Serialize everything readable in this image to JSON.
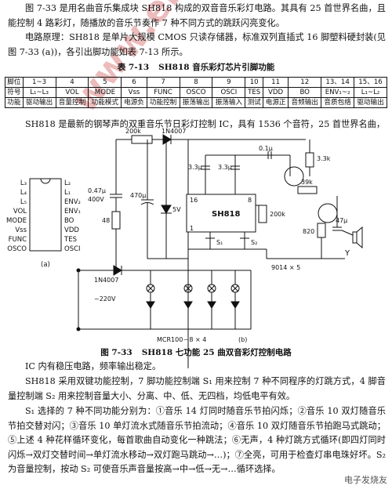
{
  "paragraphs": {
    "intro": "图 7-33 是用名曲音乐集成块 SH818 构成的双音音乐彩灯电路。其具有 25 首世界名曲，且能控制 4 路彩灯，随播放的音乐节奏作 7 种不同方式的跳跃闪亮变化。",
    "principle": "电路原理：SH818 是单片大规模 CMOS 只读存储器，标准双列直插式 16 脚塑料硬封装(见图 7-33 (a))，各引出脚功能如表 7-13 所示。",
    "chip_desc": "SH818 是最新的钢琴声的双重音乐节日彩灯控制 IC，具有 1536 个音符，25 首世界名曲，",
    "chip_desc2": "IC 内有稳压电路，频率输出稳定。",
    "modes": "SH818 采用双键功能控制，7 脚功能控制端 S₁ 用来控制 7 种不同程序的灯跳方式，4 脚音量控制端 S₂ 用来控制音量大小、分离、中、低、无四档，均低电平有效。",
    "mode_list": "S₁ 选择的 7 种不同功能分别为：①音乐 14 灯同时随音乐节拍闪烁；②音乐 10 双灯随音乐节拍交替对闪；③音乐 10 单灯流水式随音乐节拍流动；④音乐 10 双灯随音乐节拍跑马式跳动；⑤上述 4 种花样循环变化，每首歌曲自动变化一种跳法；⑥无声，4 种灯跳方式循环(即四灯同时闪烁→双灯交替时间→单灯流水移动→双灯跑马跳动→…)；⑦全亮，可用于检查灯串电珠好坏。S₂ 为音量控制，按动 S₂ 可使音乐声音量按高→中→低→无→…循环选择。"
  },
  "table": {
    "caption_num": "表 7-13",
    "caption_text": "SH818 音乐彩灯芯片引脚功能",
    "headers": [
      "脚位",
      "1~3",
      "4",
      "5",
      "6",
      "7",
      "8",
      "9",
      "10",
      "11",
      "12",
      "13、14",
      "15、16"
    ],
    "symbols": [
      "符号",
      "L₁~L₃",
      "VOL",
      "MODE",
      "Vss",
      "FUNC",
      "OSCO",
      "OSCI",
      "TES",
      "VDD",
      "BO",
      "ENV₁~₂",
      "L₁~L₂"
    ],
    "functions": [
      "功能",
      "驱动输出",
      "音量控制",
      "功能模式",
      "电源负",
      "功能控制",
      "振荡输出",
      "振荡输入",
      "测试",
      "电源正",
      "音频输出",
      "音质包络",
      "驱动输出"
    ]
  },
  "figure": {
    "caption_num": "图 7-33",
    "caption_text": "SH818 七功能 25 曲双音彩灯控制电路",
    "sub_a": "(a)",
    "sub_b": "(b)",
    "chip_left_pins": [
      "L₃",
      "L₄",
      "L₅",
      "VOL",
      "MODE",
      "Vss",
      "FUNC",
      "OSCO"
    ],
    "chip_right_pins": [
      "L₂",
      "L₁",
      "ENV₂",
      "ENV₁",
      "BO",
      "VDD",
      "TES",
      "OSCI"
    ],
    "labels": {
      "r200k": "200k",
      "d1": "1N4007",
      "c047": "0.47μ",
      "v400": "400V",
      "r48": "48",
      "c470": "470μ",
      "zener": "5V",
      "c33a": "3.3μ",
      "c33b": "3.3μ",
      "c01": "0.1μ",
      "r33k": "3.3k",
      "r39k": "39k",
      "c47": "47μ",
      "r820": "820",
      "speaker": "Y",
      "ic": "SH818",
      "pin16": "16",
      "pin8": "8",
      "pin1": "1",
      "r200k2": "200k",
      "s1": "S₁",
      "s2": "S₂",
      "trans": "9014 × 5",
      "d2": "1N4007",
      "ac": "~220V",
      "scr": "MCR100－8 × 4"
    }
  },
  "watermark": "www.elecfans.com",
  "corner": "电子发烧友"
}
